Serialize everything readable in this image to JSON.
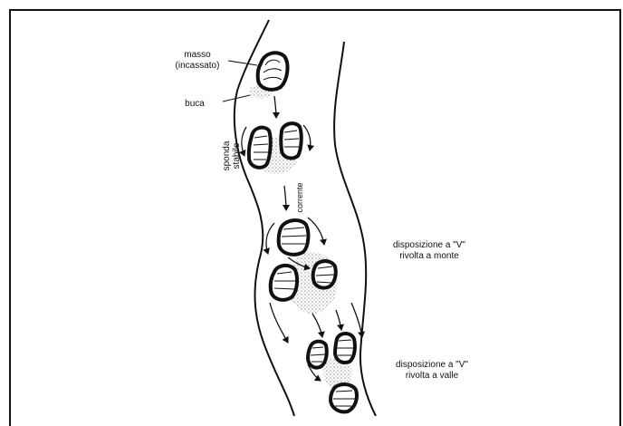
{
  "labels": {
    "masso_line1": "masso",
    "masso_line2": "(incassato)",
    "buca": "buca",
    "sponda_line1": "sponda",
    "sponda_line2": "stabile",
    "corrente": "corrente",
    "v_monte_line1": "disposizione a \"V\"",
    "v_monte_line2": "rivolta a monte",
    "v_valle_line1": "disposizione a \"V\"",
    "v_valle_line2": "rivolta a valle"
  }
}
